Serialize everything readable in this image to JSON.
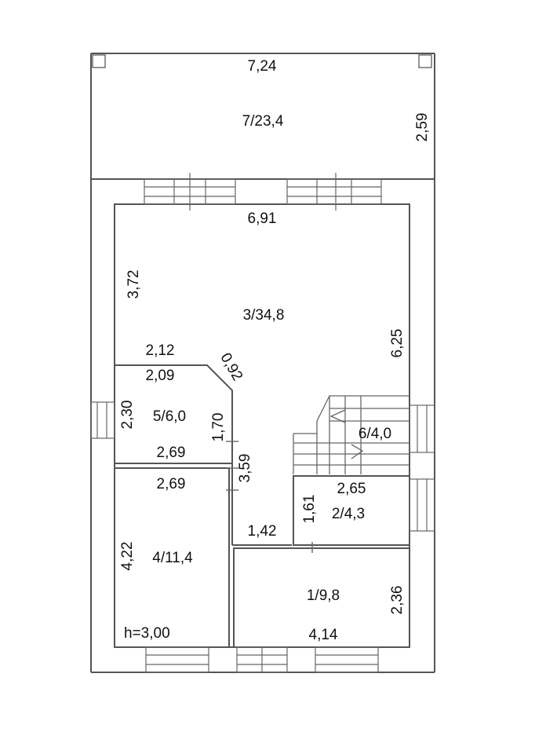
{
  "rooms": {
    "r7": "7/23,4",
    "r3": "3/34,8",
    "r5": "5/6,0",
    "r6": "6/4,0",
    "r2": "2/4,3",
    "r4": "4/11,4",
    "r1": "1/9,8"
  },
  "dims": {
    "d724": "7,24",
    "d259": "2,59",
    "d691": "6,91",
    "d372": "3,72",
    "d625": "6,25",
    "d212": "2,12",
    "d092": "0,92",
    "d209": "2,09",
    "d230": "2,30",
    "d170": "1,70",
    "d269a": "2,69",
    "d359": "3,59",
    "d269b": "2,69",
    "d265": "2,65",
    "d161": "1,61",
    "d142": "1,42",
    "d422": "4,22",
    "d236": "2,36",
    "d414": "4,14"
  },
  "height_note": "h=3,00"
}
